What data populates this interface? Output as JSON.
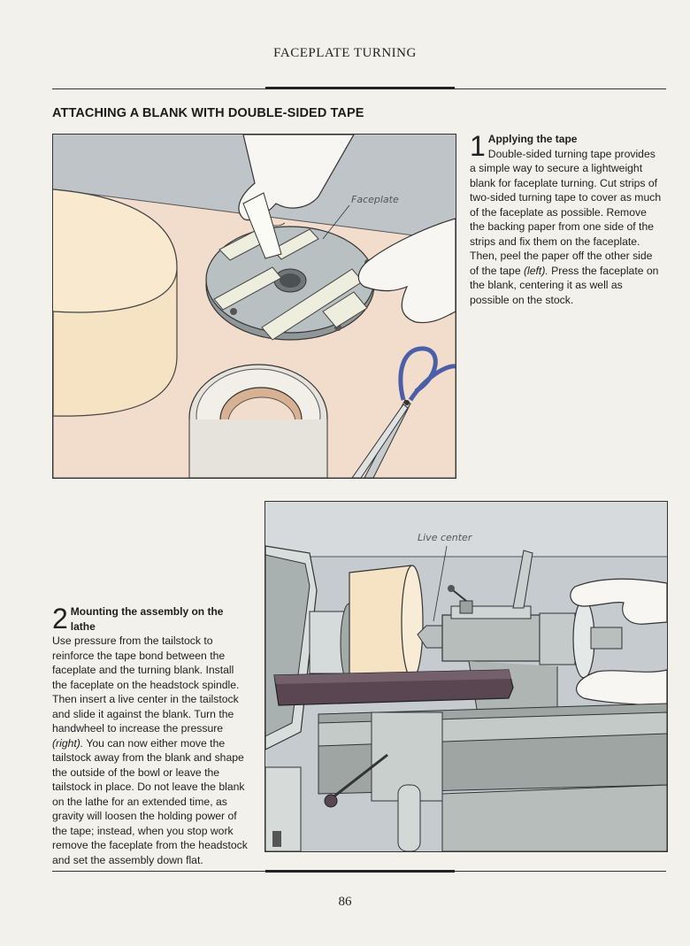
{
  "running_head": "FACEPLATE TURNING",
  "section_heading": "ATTACHING A BLANK WITH DOUBLE-SIDED TAPE",
  "steps": [
    {
      "number": "1",
      "title": "Applying the tape",
      "body_before": "Double-sided turning tape provides a simple way to secure a lightweight blank for faceplate turning. Cut strips of two-sided turning tape to cover as much of the faceplate as possible. Remove the backing paper from one side of the strips and fix them on the faceplate. Then, peel the paper off the other side of the tape ",
      "body_ref": "(left).",
      "body_after": " Press the faceplate on the blank, centering it as well as possible on the stock."
    },
    {
      "number": "2",
      "title": "Mounting the assembly on the lathe",
      "body_before": "Use pressure from the tailstock to reinforce the tape bond between the faceplate and the turning blank. Install the faceplate on the headstock spindle. Then insert a live center in the tailstock and slide it against the blank. Turn the handwheel to increase the pressure ",
      "body_ref": "(right).",
      "body_after": " You can now either move the tailstock away from the blank and shape the outside of the bowl or leave the tailstock in place. Do not leave the blank on the lathe for an extended time, as gravity will loosen the holding power of the tape; instead, when you stop work remove the faceplate from the headstock and set the assembly down flat."
    }
  ],
  "figure_labels": {
    "faceplate": "Faceplate",
    "live_center": "Live center"
  },
  "page_number": "86",
  "colors": {
    "wall": "#bfc4c9",
    "table": "#f2dccb",
    "wood": "#f6e3c4",
    "metal": "#c9cfcc",
    "tool_rest": "#5a4650",
    "scissors": "#4a5fa8"
  }
}
